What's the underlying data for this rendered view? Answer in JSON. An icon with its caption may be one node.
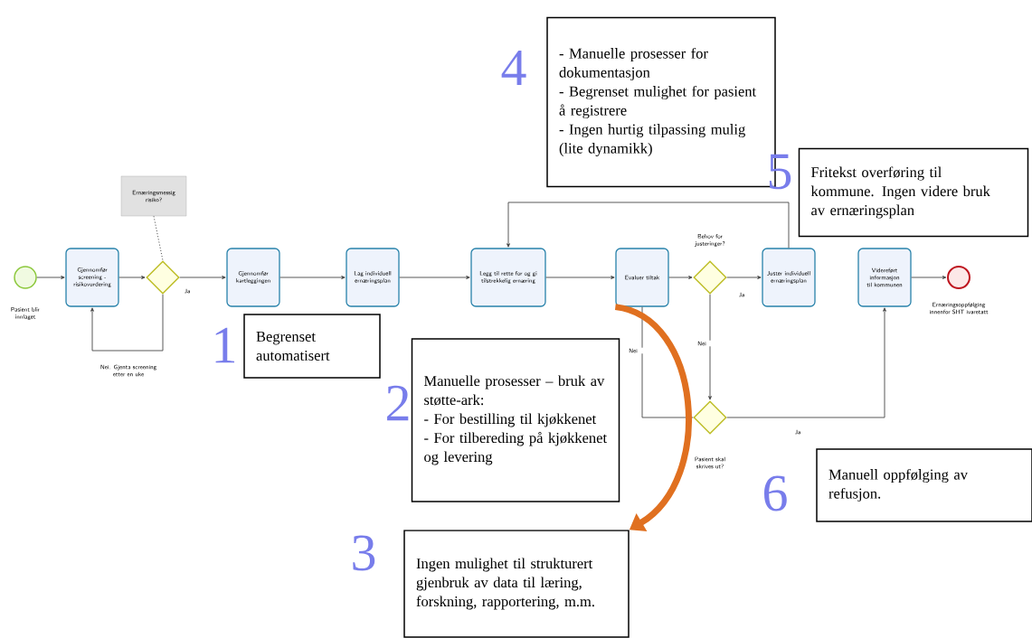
{
  "diagram": {
    "nodes": [
      {
        "text": [],
        "shape": "circle",
        "beside": [
          "Pasient blir innlaget"
        ]
      },
      {
        "text": [
          "Gjennomfør screening - risikovurdering"
        ]
      },
      {
        "text": [
          "Ernæringsmessig risiko?"
        ]
      },
      {
        "text": [],
        "shape": "diamond"
      },
      {
        "text": [
          "Gjennomfør kartleggingen"
        ]
      },
      {
        "text": [
          "Lag individuell ernæringsplan"
        ]
      },
      {
        "text": [
          "Legg til rette for og gi tilstrekkelig ernæring"
        ]
      },
      {
        "text": [
          "Evaluer tiltak"
        ]
      },
      {
        "text": [],
        "shape": "diamond",
        "beside": [
          "Behov for justeringer?"
        ]
      },
      {
        "text": [
          "Juster individuell ernæringsplan"
        ]
      },
      {
        "text": [],
        "shape": "diamond",
        "beside": [
          "Pasient skal skrives ut?"
        ]
      },
      {
        "text": [
          "Videreført informasjon til kommunen"
        ]
      },
      {
        "text": [],
        "shape": "circle",
        "beside": [
          "Ernæringsoppfølging innenfor SHT ivaretatt"
        ]
      },
      {
        "text": [
          "Begrenset automatisert"
        ],
        "beside": [
          "1"
        ]
      },
      {
        "text": [
          "Manuelle prosesser – bruk av støtte-ark:",
          "- For bestilling til kjøkkenet",
          "- For tilbereding på kjøkkenet og levering"
        ],
        "beside": [
          "2"
        ]
      },
      {
        "text": [
          "Ingen mulighet til strukturert gjenbruk av data til læring, forskning, rapportering, m.m."
        ],
        "beside": [
          "3"
        ]
      },
      {
        "text": [
          "- Manuelle prosesser for dokumentasjon",
          "- Begrenset mulighet for pasient å registrere",
          "- Ingen hurtig tilpassing mulig (lite dynamikk)"
        ],
        "beside": [
          "4"
        ]
      },
      {
        "text": [
          "Fritekst overføring til kommune. Ingen videre bruk av ernæringsplan"
        ],
        "beside": [
          "5"
        ]
      },
      {
        "text": [
          "Manuell oppfølging av refusjon."
        ],
        "beside": [
          "6"
        ]
      }
    ],
    "edges": [
      {
        "from": 0,
        "to": 1,
        "arrow": "to"
      },
      {
        "from": 1,
        "to": 3,
        "arrow": "to"
      },
      {
        "from": 3,
        "to": 4,
        "arrow": "to",
        "label": "Ja"
      },
      {
        "from": 3,
        "to": 1,
        "arrow": "to",
        "label": "Nei. Gjenta screening etter en uke"
      },
      {
        "from": 2,
        "to": 3,
        "arrow": "none",
        "style": "dashed"
      },
      {
        "from": 4,
        "to": 5,
        "arrow": "to"
      },
      {
        "from": 5,
        "to": 6,
        "arrow": "to"
      },
      {
        "from": 6,
        "to": 7,
        "arrow": "to"
      },
      {
        "from": 7,
        "to": 8,
        "arrow": "to"
      },
      {
        "from": 8,
        "to": 9,
        "arrow": "to",
        "label": "Ja"
      },
      {
        "from": 8,
        "to": 10,
        "arrow": "to",
        "label": "Nei"
      },
      {
        "from": 9,
        "to": 6,
        "arrow": "to"
      },
      {
        "from": 7,
        "to": 10,
        "arrow": "none",
        "label": "Nei"
      },
      {
        "from": 10,
        "to": 11,
        "arrow": "to",
        "label": "Ja"
      },
      {
        "from": 11,
        "to": 12,
        "arrow": "to"
      },
      {
        "from": 7,
        "to": 15,
        "arrow": "to",
        "style": "thick",
        "color": "#e07020"
      }
    ]
  }
}
